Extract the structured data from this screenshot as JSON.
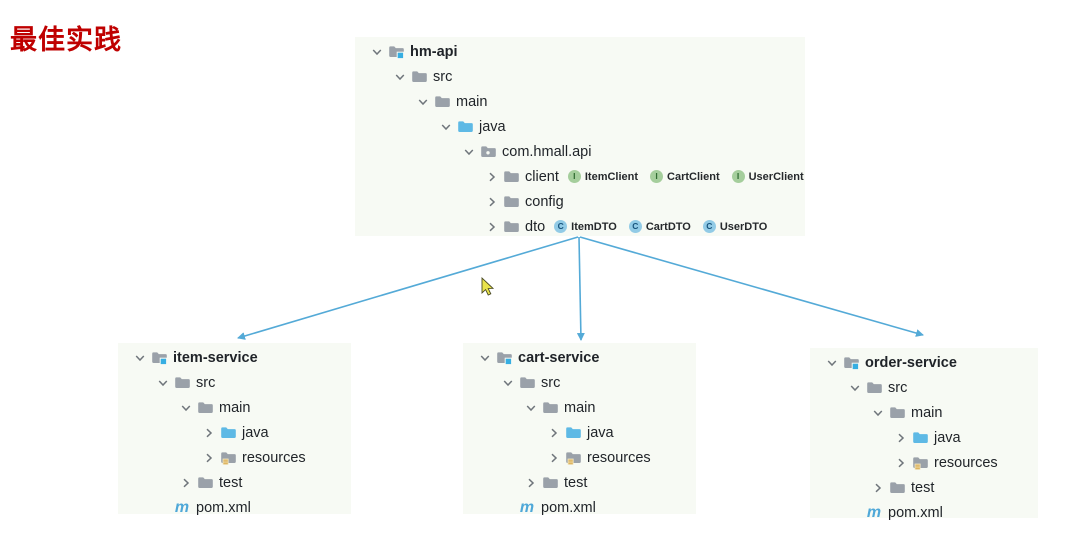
{
  "page": {
    "title": "最佳实践",
    "title_color": "#bf0000"
  },
  "colors": {
    "panel_bg": "#f7faf4",
    "arrow": "#54aad7",
    "folder_gray": "#9aa1a9",
    "folder_blue": "#5eb9e5",
    "project_square_blue": "#36aee2",
    "resources_gold": "#d9a94a",
    "maven_blue": "#4fa8d8",
    "interface_badge_green": "#a5ce9c",
    "class_badge_blue": "#92cbe6",
    "title_red": "#bf0000"
  },
  "icons": {
    "chevron_expanded": "chevron-down-icon",
    "chevron_collapsed": "chevron-right-icon",
    "project": "project-folder-icon",
    "folder": "folder-icon",
    "java": "sources-folder-icon",
    "package": "package-folder-icon",
    "resources": "resources-folder-icon",
    "maven": "maven-icon"
  },
  "trees": {
    "api": {
      "rows": [
        {
          "label": "hm-api",
          "level": 0,
          "chevron": "open",
          "icon": "project",
          "bold": true
        },
        {
          "label": "src",
          "level": 1,
          "chevron": "open",
          "icon": "folder"
        },
        {
          "label": "main",
          "level": 2,
          "chevron": "open",
          "icon": "folder"
        },
        {
          "label": "java",
          "level": 3,
          "chevron": "open",
          "icon": "java"
        },
        {
          "label": "com.hmall.api",
          "level": 4,
          "chevron": "open",
          "icon": "package"
        },
        {
          "label": "client",
          "level": 5,
          "chevron": "closed",
          "icon": "folder",
          "badges": [
            {
              "type": "interface",
              "letter": "I",
              "label": "ItemClient"
            },
            {
              "type": "interface",
              "letter": "I",
              "label": "CartClient"
            },
            {
              "type": "interface",
              "letter": "I",
              "label": "UserClient"
            }
          ]
        },
        {
          "label": "config",
          "level": 5,
          "chevron": "closed",
          "icon": "folder"
        },
        {
          "label": "dto",
          "level": 5,
          "chevron": "closed",
          "icon": "folder",
          "badges": [
            {
              "type": "class",
              "letter": "C",
              "label": "ItemDTO"
            },
            {
              "type": "class",
              "letter": "C",
              "label": "CartDTO"
            },
            {
              "type": "class",
              "letter": "C",
              "label": "UserDTO"
            }
          ]
        }
      ]
    },
    "item": {
      "rows": [
        {
          "label": "item-service",
          "level": 0,
          "chevron": "open",
          "icon": "project",
          "bold": true
        },
        {
          "label": "src",
          "level": 1,
          "chevron": "open",
          "icon": "folder"
        },
        {
          "label": "main",
          "level": 2,
          "chevron": "open",
          "icon": "folder"
        },
        {
          "label": "java",
          "level": 3,
          "chevron": "closed",
          "icon": "java"
        },
        {
          "label": "resources",
          "level": 3,
          "chevron": "closed",
          "icon": "resources"
        },
        {
          "label": "test",
          "level": 2,
          "chevron": "closed",
          "icon": "folder"
        },
        {
          "label": "pom.xml",
          "level": 1,
          "chevron": "blank",
          "icon": "maven"
        }
      ]
    },
    "cart": {
      "rows": [
        {
          "label": "cart-service",
          "level": 0,
          "chevron": "open",
          "icon": "project",
          "bold": true
        },
        {
          "label": "src",
          "level": 1,
          "chevron": "open",
          "icon": "folder"
        },
        {
          "label": "main",
          "level": 2,
          "chevron": "open",
          "icon": "folder"
        },
        {
          "label": "java",
          "level": 3,
          "chevron": "closed",
          "icon": "java"
        },
        {
          "label": "resources",
          "level": 3,
          "chevron": "closed",
          "icon": "resources"
        },
        {
          "label": "test",
          "level": 2,
          "chevron": "closed",
          "icon": "folder"
        },
        {
          "label": "pom.xml",
          "level": 1,
          "chevron": "blank",
          "icon": "maven"
        }
      ]
    },
    "order": {
      "rows": [
        {
          "label": "order-service",
          "level": 0,
          "chevron": "open",
          "icon": "project",
          "bold": true
        },
        {
          "label": "src",
          "level": 1,
          "chevron": "open",
          "icon": "folder"
        },
        {
          "label": "main",
          "level": 2,
          "chevron": "open",
          "icon": "folder"
        },
        {
          "label": "java",
          "level": 3,
          "chevron": "closed",
          "icon": "java"
        },
        {
          "label": "resources",
          "level": 3,
          "chevron": "closed",
          "icon": "resources"
        },
        {
          "label": "test",
          "level": 2,
          "chevron": "closed",
          "icon": "folder"
        },
        {
          "label": "pom.xml",
          "level": 1,
          "chevron": "blank",
          "icon": "maven"
        }
      ]
    }
  }
}
